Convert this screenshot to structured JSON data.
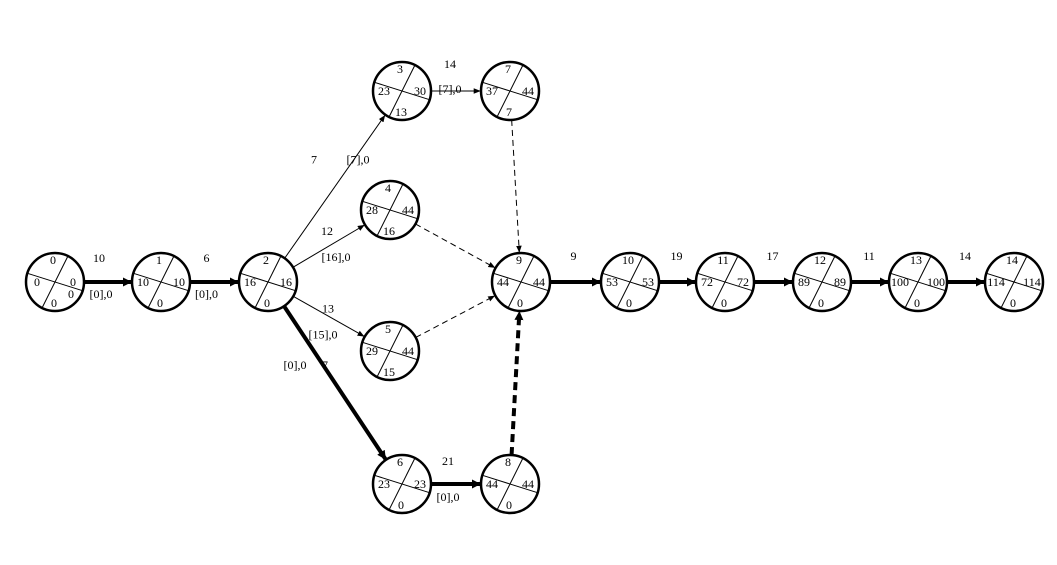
{
  "nodes": [
    {
      "id": "0",
      "es": "0",
      "ef": "0",
      "ls": "0",
      "lf": "0",
      "critical": true
    },
    {
      "id": "1",
      "es": "10",
      "ef": "10",
      "ls": "0",
      "lf": "",
      "critical": true
    },
    {
      "id": "2",
      "es": "16",
      "ef": "16",
      "ls": "0",
      "lf": "",
      "critical": true
    },
    {
      "id": "3",
      "es": "23",
      "ef": "30",
      "ls": "13",
      "lf": "",
      "critical": false
    },
    {
      "id": "4",
      "es": "28",
      "ef": "44",
      "ls": "16",
      "lf": "",
      "critical": false
    },
    {
      "id": "5",
      "es": "29",
      "ef": "44",
      "ls": "15",
      "lf": "",
      "critical": false
    },
    {
      "id": "6",
      "es": "23",
      "ef": "23",
      "ls": "0",
      "lf": "",
      "critical": true
    },
    {
      "id": "7",
      "es": "37",
      "ef": "44",
      "ls": "7",
      "lf": "",
      "critical": false
    },
    {
      "id": "8",
      "es": "44",
      "ef": "44",
      "ls": "0",
      "lf": "",
      "critical": true
    },
    {
      "id": "9",
      "es": "44",
      "ef": "44",
      "ls": "0",
      "lf": "",
      "critical": true
    },
    {
      "id": "10",
      "es": "53",
      "ef": "53",
      "ls": "0",
      "lf": "",
      "critical": true
    },
    {
      "id": "11",
      "es": "72",
      "ef": "72",
      "ls": "0",
      "lf": "",
      "critical": true
    },
    {
      "id": "12",
      "es": "89",
      "ef": "89",
      "ls": "0",
      "lf": "",
      "critical": true
    },
    {
      "id": "13",
      "es": "100",
      "ef": "100",
      "ls": "0",
      "lf": "",
      "critical": true
    },
    {
      "id": "14",
      "es": "114",
      "ef": "114",
      "ls": "0",
      "lf": "",
      "critical": true
    }
  ],
  "edges": [
    {
      "from": "0",
      "to": "1",
      "duration": "10",
      "label": "[0],0",
      "style": "critical"
    },
    {
      "from": "1",
      "to": "2",
      "duration": "6",
      "label": "[0],0",
      "style": "critical"
    },
    {
      "from": "2",
      "to": "3",
      "duration": "7",
      "label": "[7],0",
      "style": "normal"
    },
    {
      "from": "2",
      "to": "4",
      "duration": "12",
      "label": "[16],0",
      "style": "normal"
    },
    {
      "from": "2",
      "to": "5",
      "duration": "13",
      "label": "[15],0",
      "style": "normal"
    },
    {
      "from": "2",
      "to": "6",
      "duration": "7",
      "label": "[0],0",
      "style": "critical"
    },
    {
      "from": "3",
      "to": "7",
      "duration": "14",
      "label": "[7],0",
      "style": "normal"
    },
    {
      "from": "6",
      "to": "8",
      "duration": "21",
      "label": "[0],0",
      "style": "critical"
    },
    {
      "from": "7",
      "to": "9",
      "duration": "",
      "label": "",
      "style": "dummy"
    },
    {
      "from": "4",
      "to": "9",
      "duration": "",
      "label": "",
      "style": "dummy"
    },
    {
      "from": "5",
      "to": "9",
      "duration": "",
      "label": "",
      "style": "dummy"
    },
    {
      "from": "8",
      "to": "9",
      "duration": "",
      "label": "",
      "style": "dummy-critical"
    },
    {
      "from": "9",
      "to": "10",
      "duration": "9",
      "label": "",
      "style": "critical"
    },
    {
      "from": "10",
      "to": "11",
      "duration": "19",
      "label": "",
      "style": "critical"
    },
    {
      "from": "11",
      "to": "12",
      "duration": "17",
      "label": "",
      "style": "critical"
    },
    {
      "from": "12",
      "to": "13",
      "duration": "11",
      "label": "",
      "style": "critical"
    },
    {
      "from": "13",
      "to": "14",
      "duration": "14",
      "label": "",
      "style": "critical"
    }
  ]
}
